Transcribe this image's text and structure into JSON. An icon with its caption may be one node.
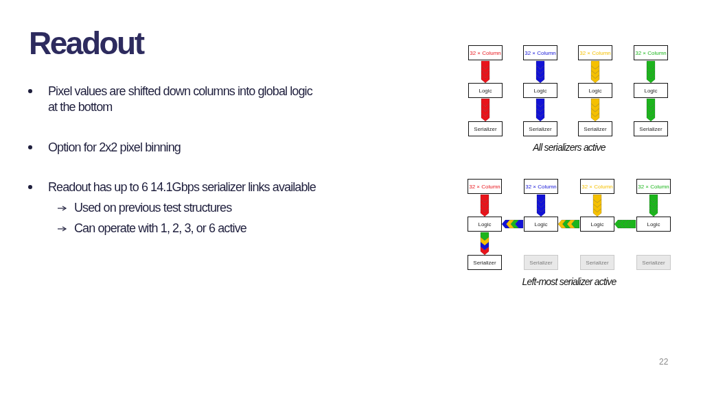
{
  "diagram": {
    "title": "Readout",
    "nodes": [
      {
        "text": [
          "32 × Column"
        ]
      },
      {
        "text": [
          "32 × Column"
        ]
      },
      {
        "text": [
          "32 × Column"
        ]
      },
      {
        "text": [
          "32 × Column"
        ]
      },
      {
        "text": [
          "Logic"
        ]
      },
      {
        "text": [
          "Logic"
        ]
      },
      {
        "text": [
          "Logic"
        ]
      },
      {
        "text": [
          "Logic"
        ]
      },
      {
        "text": [
          "Serializer"
        ]
      },
      {
        "text": [
          "Serializer"
        ]
      },
      {
        "text": [
          "Serializer"
        ]
      },
      {
        "text": [
          "Serializer"
        ]
      },
      {
        "text": [
          "32 × Column"
        ]
      },
      {
        "text": [
          "32 × Column"
        ]
      },
      {
        "text": [
          "32 × Column"
        ]
      },
      {
        "text": [
          "32 × Column"
        ]
      },
      {
        "text": [
          "Logic"
        ]
      },
      {
        "text": [
          "Logic"
        ]
      },
      {
        "text": [
          "Logic"
        ]
      },
      {
        "text": [
          "Logic"
        ]
      },
      {
        "text": [
          "Serializer"
        ]
      },
      {
        "text": [
          "Serializer"
        ]
      },
      {
        "text": [
          "Serializer"
        ]
      },
      {
        "text": [
          "Serializer"
        ]
      }
    ],
    "edges": [
      {
        "from": 0,
        "to": 4,
        "arrow": "to",
        "color": "#e8141b"
      },
      {
        "from": 1,
        "to": 5,
        "arrow": "to",
        "color": "#1212d6"
      },
      {
        "from": 2,
        "to": 6,
        "arrow": "to",
        "color": "#f5c000"
      },
      {
        "from": 3,
        "to": 7,
        "arrow": "to",
        "color": "#1cb51c"
      },
      {
        "from": 4,
        "to": 8,
        "arrow": "to",
        "color": "#e8141b"
      },
      {
        "from": 5,
        "to": 9,
        "arrow": "to",
        "color": "#1212d6"
      },
      {
        "from": 6,
        "to": 10,
        "arrow": "to",
        "color": "#f5c000"
      },
      {
        "from": 7,
        "to": 11,
        "arrow": "to",
        "color": "#1cb51c"
      },
      {
        "from": 12,
        "to": 16,
        "arrow": "to",
        "color": "#e8141b"
      },
      {
        "from": 13,
        "to": 17,
        "arrow": "to",
        "color": "#1212d6"
      },
      {
        "from": 14,
        "to": 18,
        "arrow": "to",
        "color": "#f5c000"
      },
      {
        "from": 15,
        "to": 19,
        "arrow": "to",
        "color": "#1cb51c"
      },
      {
        "from": 19,
        "to": 18,
        "arrow": "to",
        "color": "#1cb51c"
      },
      {
        "from": 18,
        "to": 17,
        "arrow": "to"
      },
      {
        "from": 17,
        "to": 16,
        "arrow": "to"
      },
      {
        "from": 16,
        "to": 20,
        "arrow": "to"
      }
    ],
    "labels": [
      "Pixel values are shifted down columns into global logic at the bottom",
      "Option for 2x2 pixel binning",
      "Readout has up to 6 14.1Gbps serializer links available",
      "Used on previous test structures",
      "Can operate with 1, 2, 3, or 6 active",
      "All serializers active",
      "Left-most serializer active",
      "22"
    ]
  }
}
